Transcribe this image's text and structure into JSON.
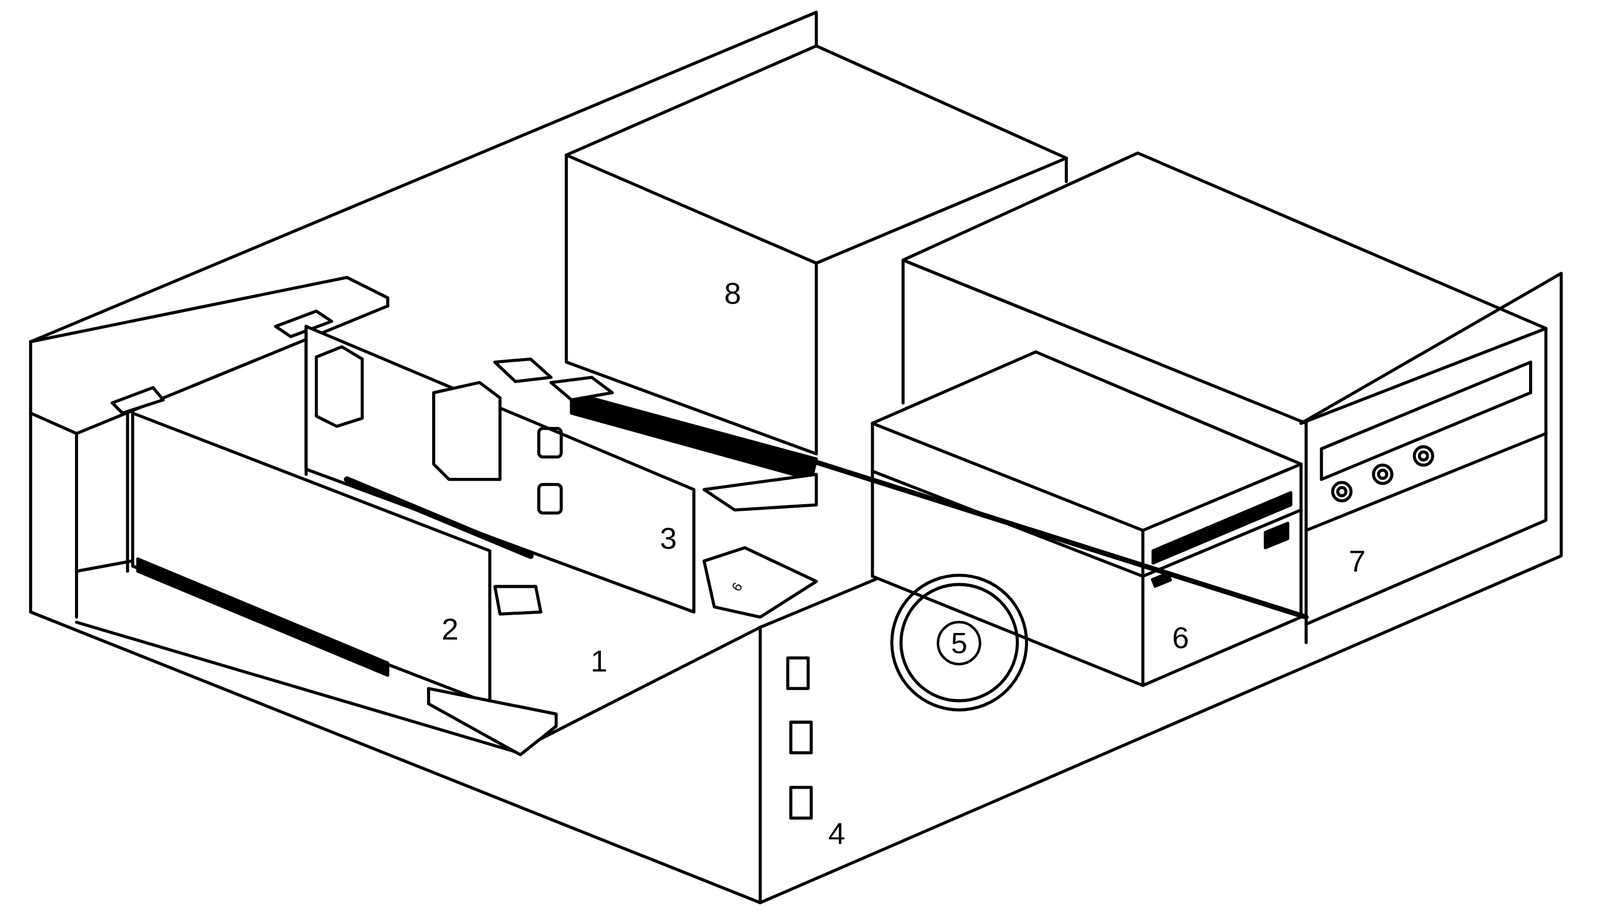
{
  "diagram": {
    "nodes": [
      {
        "text": [
          "5"
        ]
      }
    ],
    "labels": [
      "8",
      "3",
      "6",
      "2",
      "1",
      "6",
      "7",
      "4"
    ]
  }
}
